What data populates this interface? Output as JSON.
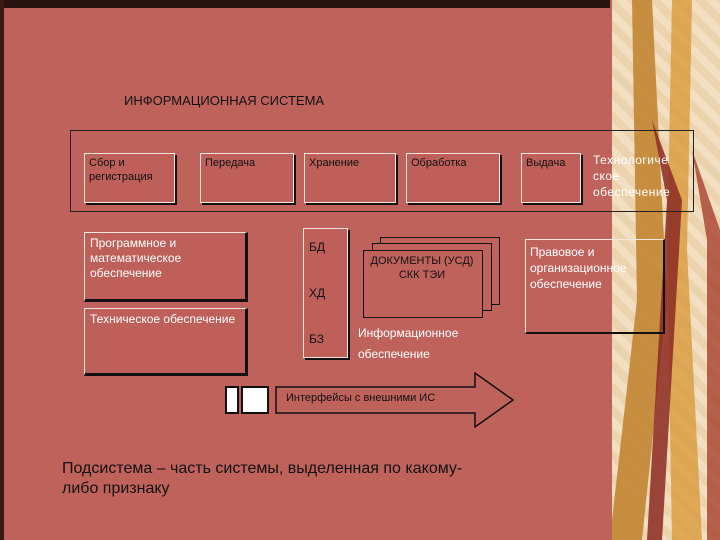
{
  "title": "ИНФОРМАЦИОННАЯ СИСТЕМА",
  "stages": {
    "collect": "Сбор и регистрация",
    "transfer": "Передача",
    "storage": "Хранение",
    "processing": "Обработка",
    "output": "Выдача"
  },
  "tech_support": "Технологиче ское обеспечение",
  "legal_support": "Правовое и организационное обеспечение",
  "software_support": "Программное и математическое обеспечение",
  "hardware_support": "Техническое обеспечение",
  "bd": "БД",
  "hd": "ХД",
  "bz": "БЗ",
  "documents": "ДОКУМЕНТЫ (УСД) СКК ТЭИ",
  "info_support_1": "Информационное",
  "info_support_2": "обеспечение",
  "interfaces": "Интерфейсы с внешними ИС",
  "footer": "Подсистема – часть системы, выделенная по какому-либо признаку"
}
